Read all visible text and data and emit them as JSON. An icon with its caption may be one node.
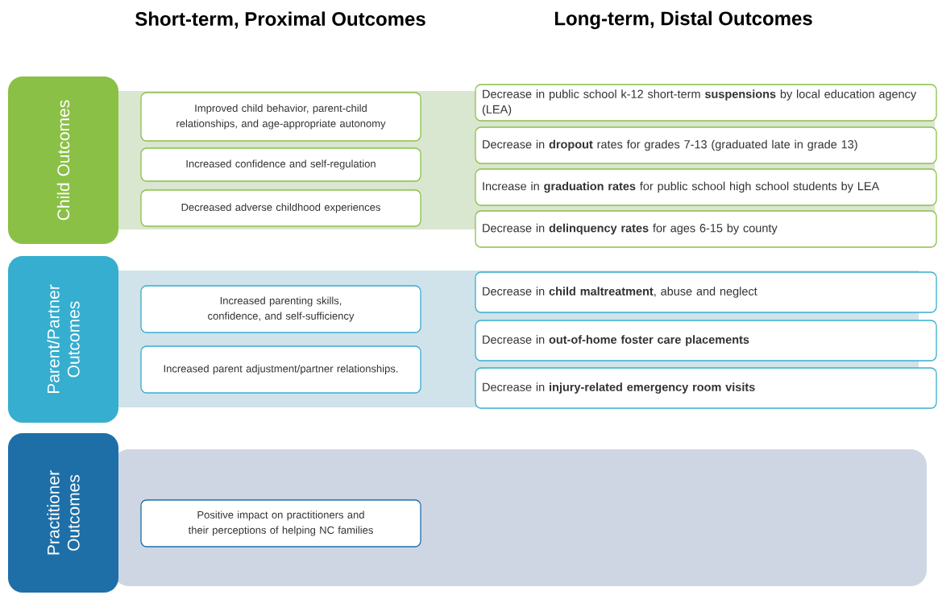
{
  "diagram": {
    "nodes": [
      {
        "text": [
          "Child Outcomes"
        ]
      },
      {
        "text": [
          "Improved child behavior, parent-child relationships, and age-appropriate autonomy"
        ]
      },
      {
        "text": [
          "Increased confidence and self-regulation"
        ]
      },
      {
        "text": [
          "Decreased adverse childhood experiences"
        ]
      },
      {
        "text": [
          "Decrease in public school k-12 short-term **suspensions** by local education agency (LEA)"
        ]
      },
      {
        "text": [
          "Decrease in **dropout** rates for grades 7-13 (graduated late in grade 13)"
        ]
      },
      {
        "text": [
          "Increase in **graduation rates** for public school high school students by LEA"
        ]
      },
      {
        "text": [
          "Decrease in **delinquency rates** for ages 6-15 by county"
        ]
      },
      {
        "text": [
          "Parent/Partner Outcomes"
        ]
      },
      {
        "text": [
          "Increased parenting skills, confidence, and self-sufficiency"
        ]
      },
      {
        "text": [
          "Increased parent adjustment/partner relationships."
        ]
      },
      {
        "text": [
          "Decrease in **child maltreatment**, abuse and neglect"
        ]
      },
      {
        "text": [
          "Decrease in **out-of-home foster care placements**"
        ]
      },
      {
        "text": [
          "Decrease in **injury-related emergency room visits**"
        ]
      },
      {
        "text": [
          "Practitioner Outcomes"
        ]
      },
      {
        "text": [
          "Positive impact on practitioners and their perceptions of helping NC families"
        ]
      }
    ],
    "labels": [
      "Short-term, Proximal Outcomes",
      "Long-term, Distal Outcomes"
    ]
  }
}
